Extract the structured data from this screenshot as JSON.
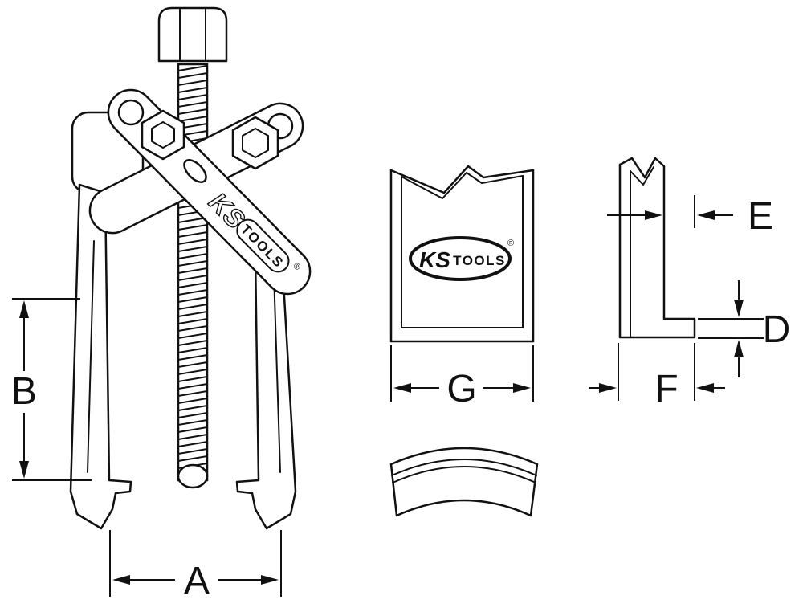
{
  "background": "#ffffff",
  "line_color": "#111111",
  "dimensions": {
    "A": {
      "label": "A"
    },
    "B": {
      "label": "B"
    },
    "D": {
      "label": "D"
    },
    "E": {
      "label": "E"
    },
    "F": {
      "label": "F"
    },
    "G": {
      "label": "G"
    }
  },
  "brand": {
    "ks": "KS",
    "tools": "TOOLS",
    "registered": "®"
  }
}
